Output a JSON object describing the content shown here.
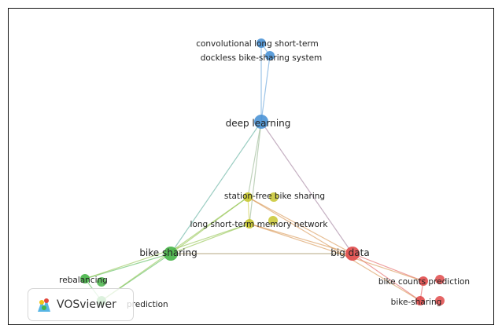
{
  "app": {
    "brand": "VOSviewer",
    "logo_icon": "vosviewer-logo-icon"
  },
  "colors": {
    "cluster_blue": "#4b93d6",
    "cluster_yellow": "#c8c62f",
    "cluster_green": "#46b447",
    "cluster_red": "#e04a4a",
    "label_text": "#222222",
    "frame_border": "#111111"
  },
  "network": {
    "clusters": [
      "blue",
      "yellow",
      "green",
      "red"
    ],
    "nodes": [
      {
        "id": "cnn",
        "label": "convolutional long short-term",
        "cluster": "blue",
        "weight": 1
      },
      {
        "id": "dockless",
        "label": "dockless bike-sharing system",
        "cluster": "blue",
        "weight": 1
      },
      {
        "id": "deep",
        "label": "deep learning",
        "cluster": "blue",
        "weight": 3
      },
      {
        "id": "stationfree",
        "label": "station-free bike sharing",
        "cluster": "yellow",
        "weight": 1
      },
      {
        "id": "lstm",
        "label": "long short-term memory network",
        "cluster": "yellow",
        "weight": 1
      },
      {
        "id": "bikesharing",
        "label": "bike sharing",
        "cluster": "green",
        "weight": 3
      },
      {
        "id": "rebalancing",
        "label": "rebalancing",
        "cluster": "green",
        "weight": 1
      },
      {
        "id": "prediction",
        "label": "prediction",
        "cluster": "green",
        "weight": 1
      },
      {
        "id": "bigdata",
        "label": "big data",
        "cluster": "red",
        "weight": 3
      },
      {
        "id": "countspred",
        "label": "bike counts prediction",
        "cluster": "red",
        "weight": 1
      },
      {
        "id": "bike_sharing2",
        "label": "bike-sharing",
        "cluster": "red",
        "weight": 1
      }
    ],
    "links": [
      [
        "cnn",
        "deep"
      ],
      [
        "dockless",
        "deep"
      ],
      [
        "cnn",
        "dockless"
      ],
      [
        "deep",
        "stationfree"
      ],
      [
        "deep",
        "lstm"
      ],
      [
        "deep",
        "bikesharing"
      ],
      [
        "deep",
        "bigdata"
      ],
      [
        "stationfree",
        "lstm"
      ],
      [
        "stationfree",
        "bikesharing"
      ],
      [
        "stationfree",
        "bigdata"
      ],
      [
        "lstm",
        "bikesharing"
      ],
      [
        "lstm",
        "bigdata"
      ],
      [
        "bikesharing",
        "bigdata"
      ],
      [
        "bikesharing",
        "rebalancing"
      ],
      [
        "bikesharing",
        "prediction"
      ],
      [
        "rebalancing",
        "prediction"
      ],
      [
        "rebalancing",
        "lstm"
      ],
      [
        "prediction",
        "stationfree"
      ],
      [
        "bigdata",
        "countspred"
      ],
      [
        "bigdata",
        "bike_sharing2"
      ],
      [
        "countspred",
        "bike_sharing2"
      ],
      [
        "countspred",
        "lstm"
      ],
      [
        "bike_sharing2",
        "stationfree"
      ]
    ]
  }
}
